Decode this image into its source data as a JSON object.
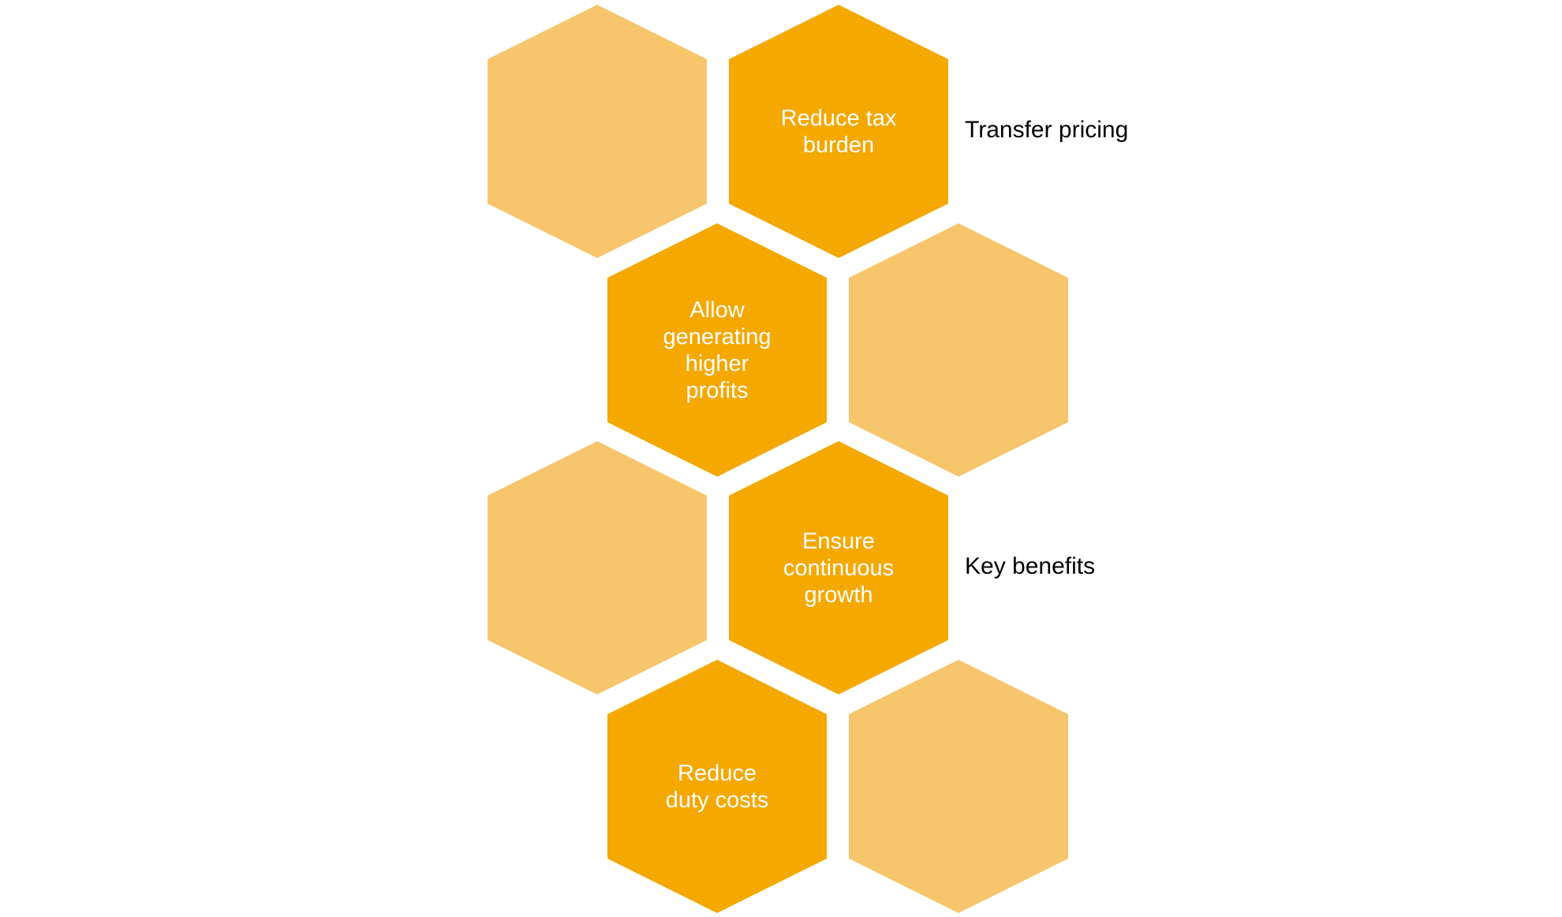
{
  "diagram": {
    "colors": {
      "primary": "#F4A800",
      "secondary": "#F7C56B",
      "label": "#000000"
    },
    "hexagons": [
      {
        "id": "r1c1",
        "style": "light",
        "text": ""
      },
      {
        "id": "r1c2",
        "style": "dark",
        "text": "Reduce tax\nburden"
      },
      {
        "id": "r2c1",
        "style": "dark",
        "text": "Allow\ngenerating\nhigher\nprofits"
      },
      {
        "id": "r2c2",
        "style": "light",
        "text": ""
      },
      {
        "id": "r3c1",
        "style": "light",
        "text": ""
      },
      {
        "id": "r3c2",
        "style": "dark",
        "text": "Ensure\ncontinuous\ngrowth"
      },
      {
        "id": "r4c1",
        "style": "dark",
        "text": "Reduce\nduty costs"
      },
      {
        "id": "r4c2",
        "style": "light",
        "text": ""
      }
    ],
    "labels": {
      "top": "Transfer pricing",
      "middle": "Key benefits"
    }
  }
}
